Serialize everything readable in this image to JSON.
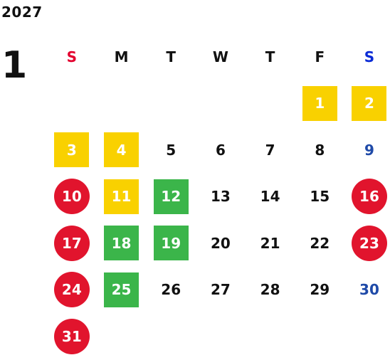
{
  "header": {
    "year": "2027",
    "month": "1"
  },
  "weekdays": [
    "S",
    "M",
    "T",
    "W",
    "T",
    "F",
    "S"
  ],
  "colors": {
    "holiday": "#e1142d",
    "highlight_yellow": "#f9d100",
    "highlight_green": "#3bb54a",
    "saturday_text": "#1f4aa8",
    "sunday_header": "#e3002e",
    "saturday_header": "#0a2bd6"
  },
  "weeks": [
    [
      {
        "day": "",
        "style": "empty"
      },
      {
        "day": "",
        "style": "empty"
      },
      {
        "day": "",
        "style": "empty"
      },
      {
        "day": "",
        "style": "empty"
      },
      {
        "day": "",
        "style": "empty"
      },
      {
        "day": "1",
        "style": "yellow"
      },
      {
        "day": "2",
        "style": "yellow"
      }
    ],
    [
      {
        "day": "3",
        "style": "yellow"
      },
      {
        "day": "4",
        "style": "yellow"
      },
      {
        "day": "5",
        "style": "plain"
      },
      {
        "day": "6",
        "style": "plain"
      },
      {
        "day": "7",
        "style": "plain"
      },
      {
        "day": "8",
        "style": "plain"
      },
      {
        "day": "9",
        "style": "sat"
      }
    ],
    [
      {
        "day": "10",
        "style": "red"
      },
      {
        "day": "11",
        "style": "yellow"
      },
      {
        "day": "12",
        "style": "green"
      },
      {
        "day": "13",
        "style": "plain"
      },
      {
        "day": "14",
        "style": "plain"
      },
      {
        "day": "15",
        "style": "plain"
      },
      {
        "day": "16",
        "style": "red"
      }
    ],
    [
      {
        "day": "17",
        "style": "red"
      },
      {
        "day": "18",
        "style": "green"
      },
      {
        "day": "19",
        "style": "green"
      },
      {
        "day": "20",
        "style": "plain"
      },
      {
        "day": "21",
        "style": "plain"
      },
      {
        "day": "22",
        "style": "plain"
      },
      {
        "day": "23",
        "style": "red"
      }
    ],
    [
      {
        "day": "24",
        "style": "red"
      },
      {
        "day": "25",
        "style": "green"
      },
      {
        "day": "26",
        "style": "plain"
      },
      {
        "day": "27",
        "style": "plain"
      },
      {
        "day": "28",
        "style": "plain"
      },
      {
        "day": "29",
        "style": "plain"
      },
      {
        "day": "30",
        "style": "sat"
      }
    ],
    [
      {
        "day": "31",
        "style": "red"
      },
      {
        "day": "",
        "style": "empty"
      },
      {
        "day": "",
        "style": "empty"
      },
      {
        "day": "",
        "style": "empty"
      },
      {
        "day": "",
        "style": "empty"
      },
      {
        "day": "",
        "style": "empty"
      },
      {
        "day": "",
        "style": "empty"
      }
    ]
  ]
}
